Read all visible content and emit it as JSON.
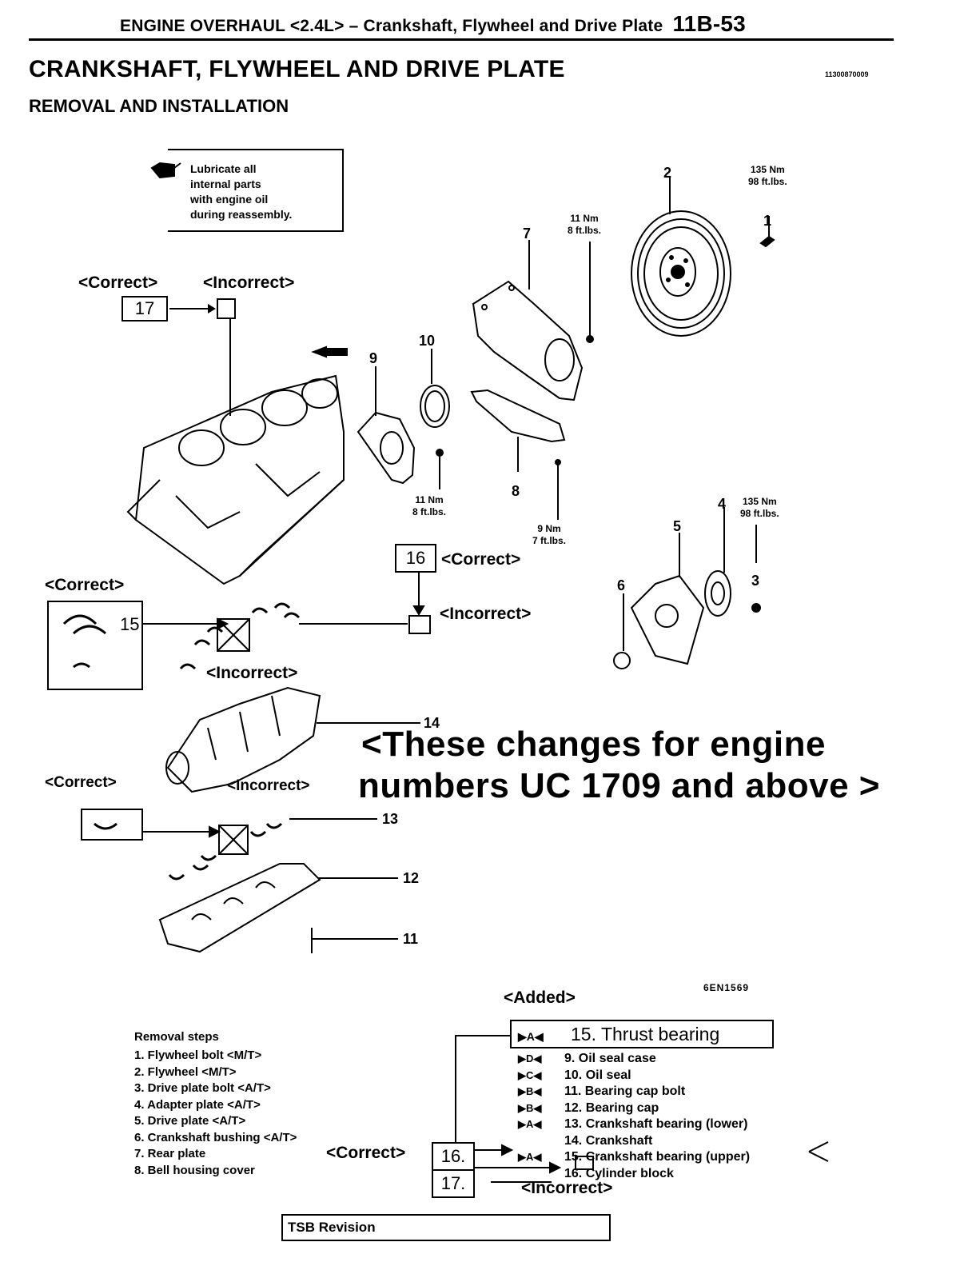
{
  "header": {
    "running_title": "ENGINE OVERHAUL <2.4L> – Crankshaft, Flywheel and Drive Plate",
    "page_number": "11B-53"
  },
  "title": "CRANKSHAFT, FLYWHEEL AND DRIVE PLATE",
  "doc_code": "11300870009",
  "subtitle": "REMOVAL AND INSTALLATION",
  "lube_note": "Lubricate all\ninternal parts\nwith engine oil\nduring reassembly.",
  "diagram": {
    "labels": {
      "correct": "<Correct>",
      "incorrect": "<Incorrect>",
      "added": "<Added>"
    },
    "callouts": {
      "c1": "1",
      "c2": "2",
      "c3": "3",
      "c4": "4",
      "c5": "5",
      "c6": "6",
      "c7": "7",
      "c8": "8",
      "c9": "9",
      "c10": "10",
      "c11": "11",
      "c12": "12",
      "c13": "13",
      "c14": "14",
      "c15": "15",
      "box16": "16",
      "box17": "17"
    },
    "torques": {
      "flywheel_bolt": "135 Nm\n98 ft.lbs.",
      "rear_plate_bolt": "11 Nm\n8 ft.lbs.",
      "oil_seal_case_bolt": "11 Nm\n8 ft.lbs.",
      "bell_housing_bolt": "9 Nm\n7 ft.lbs.",
      "drive_plate_bolt": "135 Nm\n98 ft.lbs."
    },
    "figure_code": "6EN1569"
  },
  "change_note": {
    "line1": "<These changes for engine",
    "line2": "numbers UC 1709 and above >"
  },
  "removal_steps": {
    "heading": "Removal steps",
    "left": [
      "1. Flywheel bolt <M/T>",
      "2. Flywheel <M/T>",
      "3. Drive plate bolt <A/T>",
      "4. Adapter plate <A/T>",
      "5. Drive plate <A/T>",
      "6. Crankshaft bushing <A/T>",
      "7. Rear plate",
      "8. Bell housing cover"
    ],
    "thrust": {
      "mark": "▶A◀",
      "text": "15. Thrust bearing"
    },
    "right": [
      {
        "mark": "▶D◀",
        "text": "9. Oil seal case"
      },
      {
        "mark": "▶C◀",
        "text": "10. Oil seal"
      },
      {
        "mark": "▶B◀",
        "text": "11. Bearing cap bolt"
      },
      {
        "mark": "▶B◀",
        "text": "12. Bearing cap"
      },
      {
        "mark": "▶A◀",
        "text": "13. Crankshaft bearing (lower)"
      },
      {
        "mark": "",
        "text": "14. Crankshaft"
      },
      {
        "mark": "▶A◀",
        "text": "15. Crankshaft bearing (upper)"
      },
      {
        "mark": "",
        "text": "16. Cylinder block"
      }
    ],
    "box_16": "16.",
    "box_17": "17."
  },
  "tsb_label": "TSB Revision"
}
